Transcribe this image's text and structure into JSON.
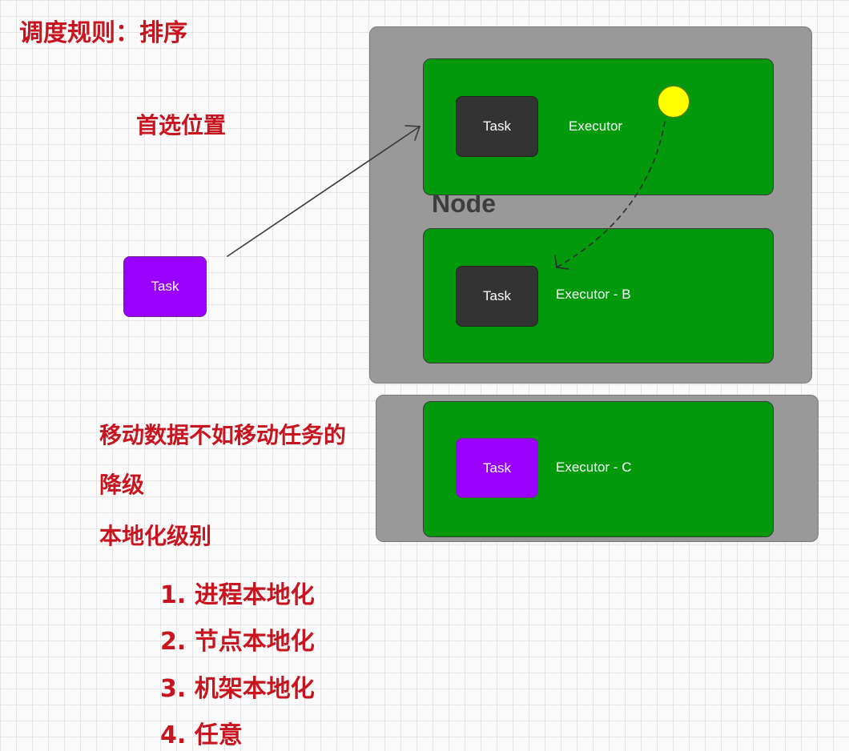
{
  "title": "调度规则：排序",
  "preferred_location": "首选位置",
  "notes": {
    "line1": "移动数据不如移动任务的",
    "line2": "降级",
    "line3": "本地化级别"
  },
  "locality_levels": [
    "1. 进程本地化",
    "2. 节点本地化",
    "3. 机架本地化",
    "4. 任意"
  ],
  "diagram": {
    "floating_task": "Task",
    "node_label": "Node",
    "executor_a": {
      "label": "Executor",
      "task": "Task"
    },
    "executor_b": {
      "label": "Executor - B",
      "task": "Task"
    },
    "executor_c": {
      "label": "Executor - C",
      "task": "Task"
    }
  },
  "colors": {
    "annotation_red": "#c8141e",
    "node_gray": "#999999",
    "executor_green": "#029a0c",
    "task_dark": "#333333",
    "task_purple": "#9900ff",
    "data_yellow": "#ffff00"
  }
}
